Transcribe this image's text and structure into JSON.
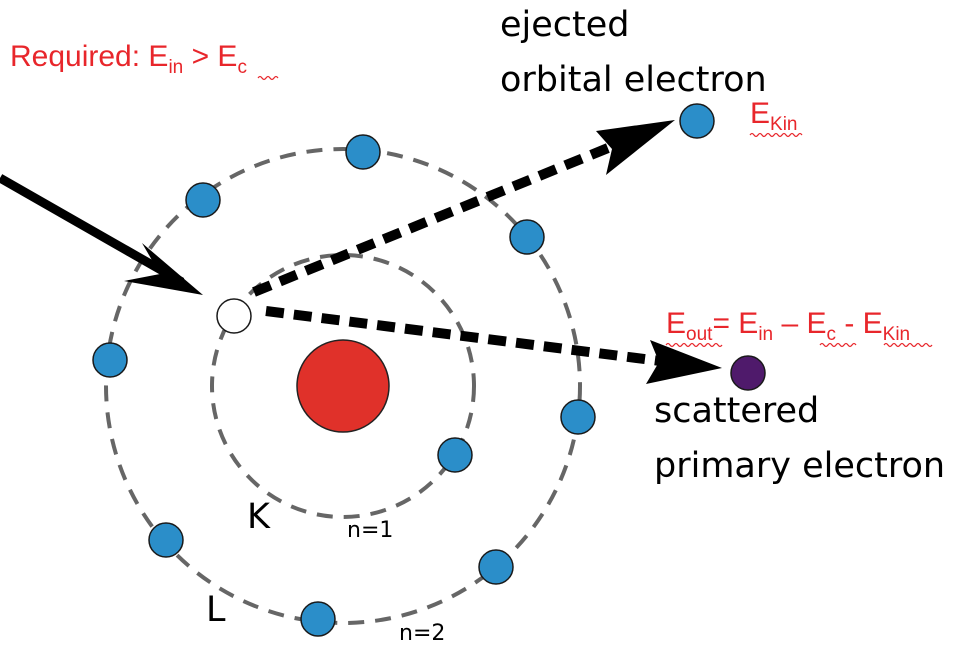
{
  "labels": {
    "required_prefix": "Required: E",
    "required_in_sub": "in",
    "required_gt": " > E",
    "required_c_sub": "c",
    "ejected_line1": "ejected",
    "ejected_line2": "orbital electron",
    "ekin_base": "E",
    "ekin_sub": "Kin",
    "eout_base": "E",
    "eout_sub": "out",
    "eout_eq": "= E",
    "eout_in_sub": "in",
    "eout_minus": " – E",
    "eout_c_sub": "c",
    "eout_minus2": " - E",
    "eout_kin_sub": "Kin",
    "scattered_line1": "scattered",
    "scattered_line2": "primary electron",
    "shell_k": "K",
    "shell_k_n": "n=1",
    "shell_l": "L",
    "shell_l_n": "n=2"
  },
  "colors": {
    "nucleus": "#e0312a",
    "electron": "#2b8ec9",
    "vacancy": "#ffffff",
    "scattered": "#4f1a6b",
    "shell": "#666666",
    "arrow": "#000000",
    "text_red": "#e8262b"
  },
  "electrons": {
    "k_shell_count": 1,
    "l_shell_count": 8,
    "ejected_count": 1
  }
}
